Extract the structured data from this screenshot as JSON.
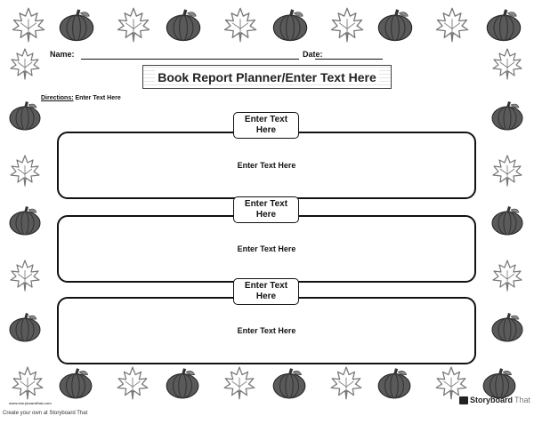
{
  "worksheet": {
    "name_label": "Name:",
    "date_label": "Date:",
    "title": "Book Report Planner/Enter Text Here",
    "directions_label": "Directions:",
    "directions_text": "Enter Text Here",
    "sections": [
      {
        "tag": "Enter Text Here",
        "body": "Enter Text Here"
      },
      {
        "tag": "Enter Text Here",
        "body": "Enter Text Here"
      },
      {
        "tag": "Enter Text Here",
        "body": "Enter Text Here"
      }
    ]
  },
  "branding": {
    "watermark": "www.storyboardthat.com",
    "logo_primary": "Storyboard",
    "logo_secondary": "That"
  },
  "footer": {
    "text": "Create your own at Storyboard That"
  },
  "icons": {
    "leaf": "maple-leaf-icon",
    "pumpkin": "pumpkin-icon"
  },
  "colors": {
    "pumpkin": "#5a5a5a",
    "stem": "#333333",
    "leaf_stroke": "#777777"
  }
}
